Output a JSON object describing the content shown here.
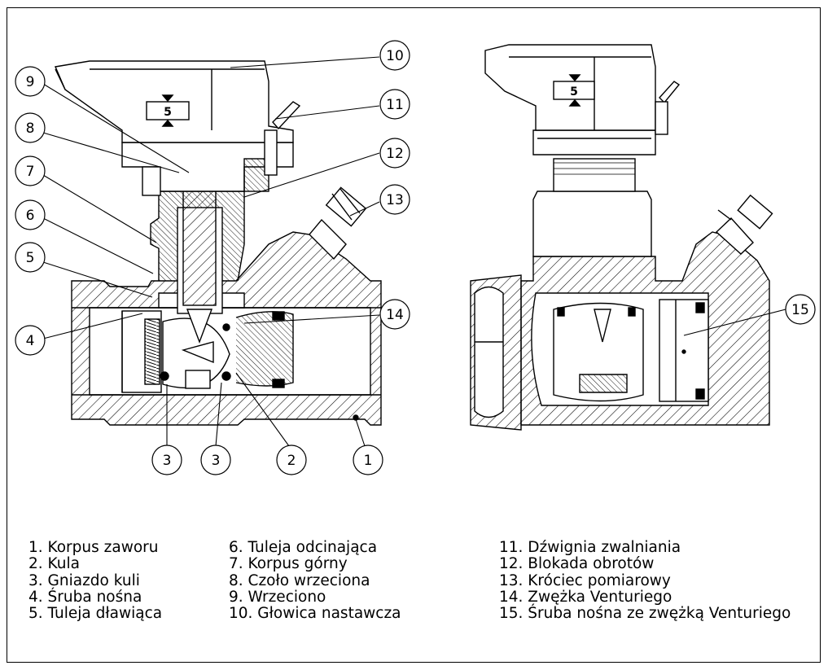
{
  "callouts": {
    "c1": "1",
    "c2": "2",
    "c3a": "3",
    "c3b": "3",
    "c4": "4",
    "c5": "5",
    "c6": "6",
    "c7": "7",
    "c8": "8",
    "c9": "9",
    "c10": "10",
    "c11": "11",
    "c12": "12",
    "c13": "13",
    "c14": "14",
    "c15": "15"
  },
  "head_label": "5",
  "legend": {
    "col1": [
      "1. Korpus zaworu",
      "2. Kula",
      "3. Gniazdo kuli",
      "4. Śruba nośna",
      "5. Tuleja dławiąca"
    ],
    "col2": [
      "6. Tuleja odcinająca",
      "7. Korpus górny",
      "8. Czoło wrzeciona",
      "9. Wrzeciono",
      "10. Głowica nastawcza"
    ],
    "col3": [
      "11. Dźwignia zwalniania",
      "12. Blokada obrotów",
      "13. Króciec pomiarowy",
      "14. Zwężka Venturiego",
      "15. Śruba nośna ze zwężką Venturiego"
    ]
  }
}
